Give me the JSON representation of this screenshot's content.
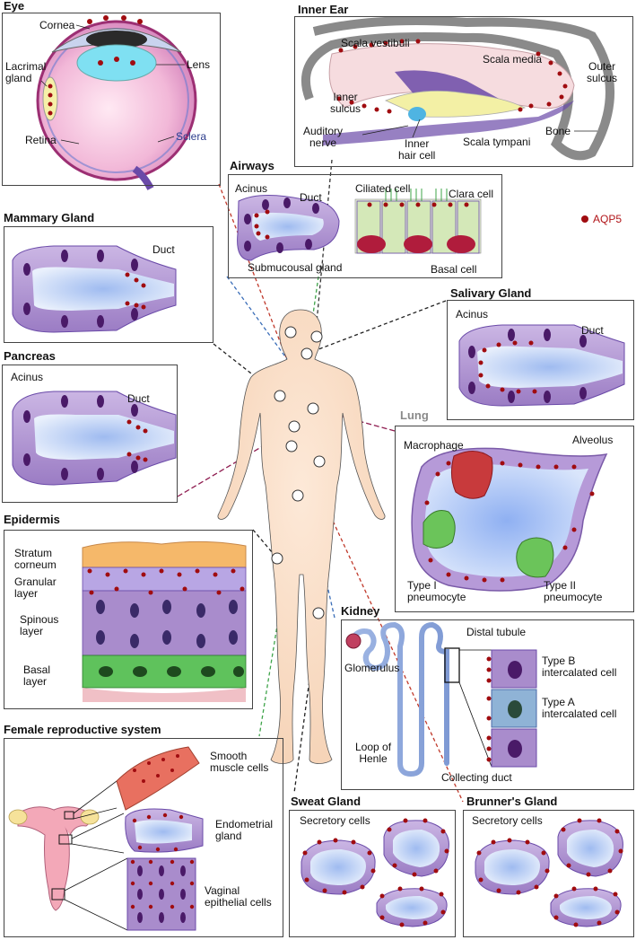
{
  "legend": {
    "label": "AQP5",
    "dot_color": "#a00c10"
  },
  "colors": {
    "aqp5_marker": "#a00c10",
    "cell_purple": "#a98ccc",
    "nucleus": "#4a1a68",
    "lumen_blue": "#bcd0f2",
    "body_skin": "#fbe2cc",
    "epidermis_basal": "#5fc25c",
    "epidermis_corneum": "#f5b86a"
  },
  "eye": {
    "title": "Eye",
    "labels": {
      "cornea": "Cornea",
      "lens": "Lens",
      "lacrimal_gland": "Lacrimal\ngland",
      "retina": "Retina",
      "sclera": "Sclera"
    }
  },
  "inner_ear": {
    "title": "Inner Ear",
    "labels": {
      "scala_vestibuli": "Scala vestibuli",
      "scala_media": "Scala media",
      "outer_sulcus": "Outer\nsulcus",
      "inner_sulcus": "Inner\nsulcus",
      "auditory_nerve": "Auditory\nnerve",
      "inner_hair_cell": "Inner\nhair cell",
      "scala_tympani": "Scala tympani",
      "bone": "Bone"
    }
  },
  "airways": {
    "title": "Airways",
    "labels": {
      "acinus": "Acinus",
      "duct": "Duct",
      "ciliated_cell": "Ciliated cell",
      "clara_cell": "Clara cell",
      "submucousal_gland": "Submucousal gland",
      "basal_cell": "Basal cell"
    }
  },
  "mammary": {
    "title": "Mammary Gland",
    "labels": {
      "duct": "Duct"
    }
  },
  "salivary": {
    "title": "Salivary Gland",
    "labels": {
      "acinus": "Acinus",
      "duct": "Duct"
    }
  },
  "pancreas": {
    "title": "Pancreas",
    "labels": {
      "acinus": "Acinus",
      "duct": "Duct"
    }
  },
  "lung": {
    "title": "Lung",
    "labels": {
      "macrophage": "Macrophage",
      "alveolus": "Alveolus",
      "type1": "Type I\npneumocyte",
      "type2": "Type II\npneumocyte"
    }
  },
  "epidermis": {
    "title": "Epidermis",
    "labels": {
      "stratum_corneum": "Stratum\ncorneum",
      "granular": "Granular\nlayer",
      "spinous": "Spinous\nlayer",
      "basal": "Basal\nlayer"
    }
  },
  "kidney": {
    "title": "Kidney",
    "labels": {
      "distal_tubule": "Distal tubule",
      "glomerulus": "Glomerulus",
      "type_b": "Type B\nintercalated cell",
      "type_a": "Type A\nintercalated cell",
      "loop": "Loop of\nHenle",
      "collecting_duct": "Collecting duct"
    }
  },
  "female": {
    "title": "Female reproductive system",
    "labels": {
      "smooth_muscle": "Smooth\nmuscle cells",
      "endometrial": "Endometrial\ngland",
      "vaginal": "Vaginal\nepithelial cells"
    }
  },
  "sweat": {
    "title": "Sweat Gland",
    "labels": {
      "secretory": "Secretory cells"
    }
  },
  "brunner": {
    "title": "Brunner's Gland",
    "labels": {
      "secretory": "Secretory cells"
    }
  }
}
